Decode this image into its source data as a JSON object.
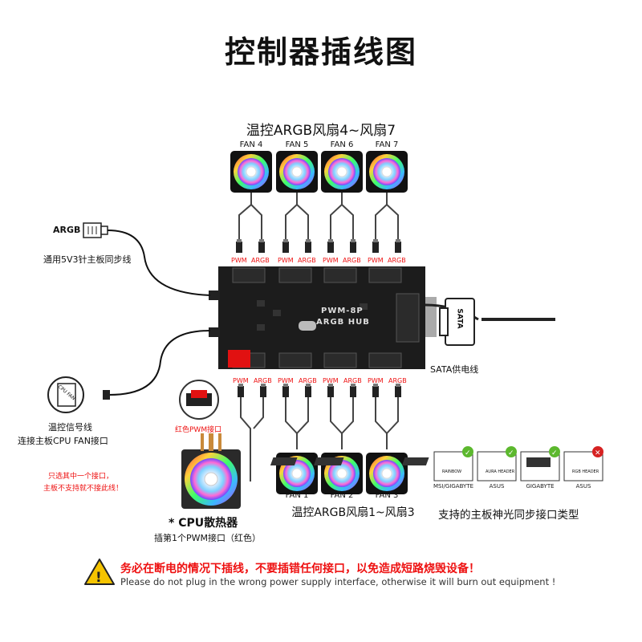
{
  "title": "控制器插线图",
  "top_section_label": "温控ARGB风扇4~风扇7",
  "bottom_section_label": "温控ARGB风扇1~风扇3",
  "top_fans": [
    {
      "label": "FAN 4",
      "pwm": "PWM",
      "argb": "ARGB"
    },
    {
      "label": "FAN 5",
      "pwm": "PWM",
      "argb": "ARGB"
    },
    {
      "label": "FAN 6",
      "pwm": "PWM",
      "argb": "ARGB"
    },
    {
      "label": "FAN 7",
      "pwm": "PWM",
      "argb": "ARGB"
    }
  ],
  "bottom_fans": [
    {
      "label": "FAN 1",
      "pwm": "PWM",
      "argb": "ARGB"
    },
    {
      "label": "FAN 2",
      "pwm": "PWM",
      "argb": "ARGB"
    },
    {
      "label": "FAN 3",
      "pwm": "PWM",
      "argb": "ARGB"
    }
  ],
  "cpu_ports": {
    "pwm": "PWM",
    "argb": "ARGB"
  },
  "hub": {
    "line1": "PWM-8P",
    "line2": "ARGB HUB"
  },
  "argb_connector": {
    "label": "ARGB",
    "desc": "通用5V3针主板同步线"
  },
  "cpu_fan_connector": {
    "icon_text": "CPU FAN",
    "desc_line1": "温控信号线",
    "desc_line2": "连接主板CPU FAN接口"
  },
  "sata": {
    "icon_text": "SATA",
    "desc": "SATA供电线"
  },
  "red_pwm": {
    "label": "红色PWM接口"
  },
  "note": {
    "line1": "只选其中一个接口，",
    "line2": "主板不支持就不接此线！"
  },
  "cpu_cooler": {
    "title": "* CPU散热器",
    "desc": "插第1个PWM接口（红色）"
  },
  "boards": {
    "items": [
      {
        "name": "MSI/GIGABYTE",
        "header": "RAINBOW",
        "supported": true
      },
      {
        "name": "ASUS",
        "header": "AURA HEADER",
        "supported": true
      },
      {
        "name": "GIGABYTE",
        "header": "",
        "supported": true
      },
      {
        "name": "ASUS",
        "header": "RGB HEADER",
        "supported": false
      }
    ],
    "caption": "支持的主板神光同步接口类型"
  },
  "warning": {
    "cn": "务必在断电的情况下插线，不要插错任何接口，以免造成短路烧毁设备！",
    "en": "Please do not plug in the wrong power supply interface, otherwise it will burn out equipment !"
  },
  "colors": {
    "accent_red": "#e11111",
    "warning_yellow": "#f5c400",
    "check_green": "#5cb82e",
    "cross_red": "#d62222",
    "board": "#1c1c1c"
  }
}
